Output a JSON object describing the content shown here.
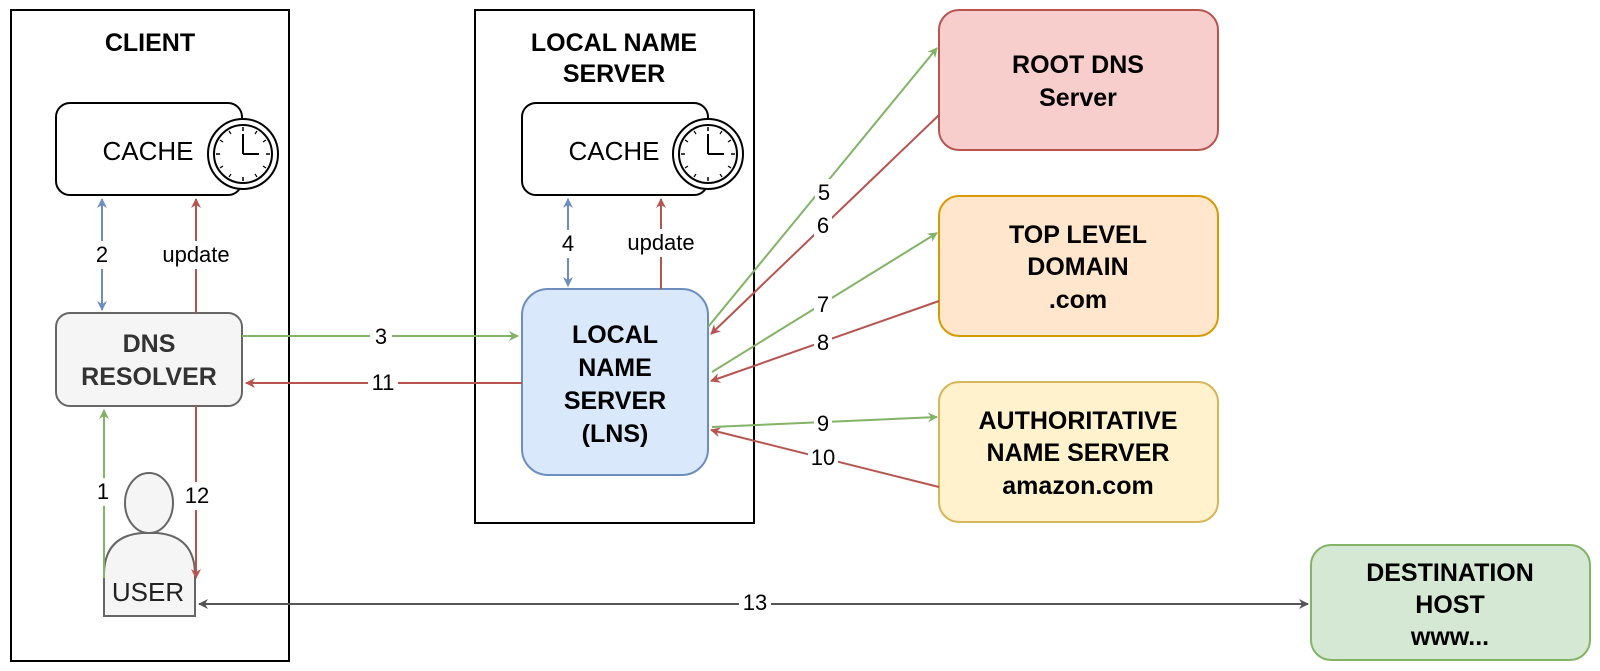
{
  "colors": {
    "green": "#82b366",
    "red": "#b85450",
    "blue": "#6c8ebf",
    "gray": "#555555",
    "root_fill": "#f8cecc",
    "tld_fill": "#ffe6cc",
    "tld_stroke": "#d79b00",
    "auth_fill": "#fff2cc",
    "auth_stroke": "#d6b656",
    "dest_fill": "#d5e8d4",
    "lns_fill": "#dae8fc",
    "resolver_fill": "#f5f5f5"
  },
  "client": {
    "title": "CLIENT",
    "cache_label": "CACHE",
    "resolver_lines": [
      "DNS",
      "RESOLVER"
    ],
    "user_label": "USER",
    "update_label": "update"
  },
  "local_ns": {
    "title_lines": [
      "LOCAL NAME",
      "SERVER"
    ],
    "cache_label": "CACHE",
    "update_label": "update",
    "node_lines": [
      "LOCAL",
      "NAME",
      "SERVER",
      "(LNS)"
    ]
  },
  "servers": {
    "root_lines": [
      "ROOT DNS",
      "Server"
    ],
    "tld_lines": [
      "TOP LEVEL",
      "DOMAIN",
      ".com"
    ],
    "auth_lines": [
      "AUTHORITATIVE",
      "NAME SERVER",
      "amazon.com"
    ],
    "dest_lines": [
      "DESTINATION",
      "HOST",
      "www..."
    ]
  },
  "steps": [
    "1",
    "2",
    "3",
    "4",
    "5",
    "6",
    "7",
    "8",
    "9",
    "10",
    "11",
    "12",
    "13"
  ]
}
